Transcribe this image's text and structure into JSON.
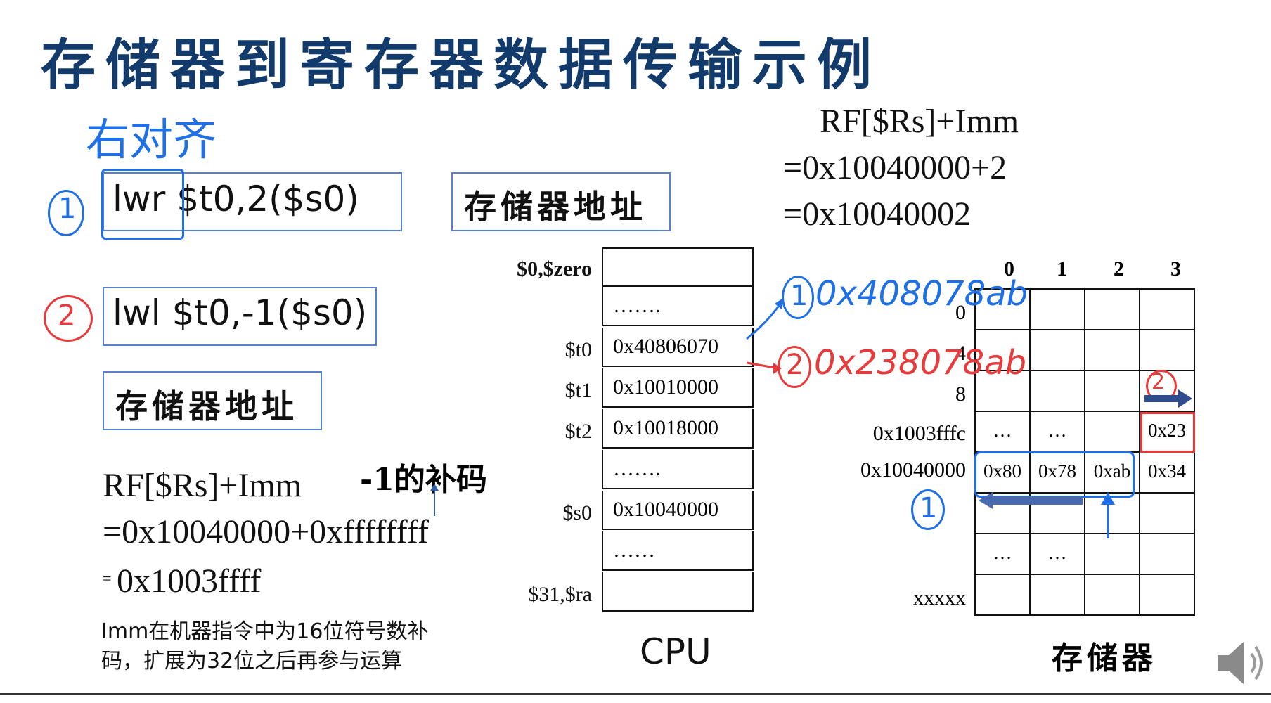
{
  "title": "存储器到寄存器数据传输示例",
  "annotations": {
    "right_align": "右对齐",
    "circle1": "1",
    "circle2": "2",
    "circle1_bottom": "1",
    "val1": "0x408078ab",
    "val2": "0x238078ab",
    "circle2_mem": "2",
    "minus1_complement": "-1的补码"
  },
  "instructions": [
    {
      "text": "lwr $t0,2($s0)"
    },
    {
      "text": "lwl $t0,-1($s0)"
    }
  ],
  "labels": {
    "mem_addr_top": "存储器地址",
    "mem_addr_left": "存储器地址",
    "cpu": "CPU",
    "memory": "存储器"
  },
  "formula_top": {
    "line1": "RF[$Rs]+Imm",
    "line2": "=0x10040000+2",
    "line3": "=0x10040002"
  },
  "formula_bottom": {
    "line1": "RF[$Rs]+Imm",
    "line2": "=0x10040000+0xffffffff",
    "line3_prefix": "=",
    "line3": "0x1003ffff"
  },
  "note": {
    "line1": "Imm在机器指令中为16位符号数补",
    "line2": "码，扩展为32位之后再参与运算"
  },
  "registers": [
    {
      "name": "$0,$zero",
      "value": ""
    },
    {
      "name": "",
      "value": "……."
    },
    {
      "name": "$t0",
      "value": "0x40806070"
    },
    {
      "name": "$t1",
      "value": "0x10010000"
    },
    {
      "name": "$t2",
      "value": "0x10018000"
    },
    {
      "name": "",
      "value": "……."
    },
    {
      "name": "$s0",
      "value": "0x10040000"
    },
    {
      "name": "",
      "value": "……"
    },
    {
      "name": "$31,$ra",
      "value": ""
    }
  ],
  "memory": {
    "columns": [
      "0",
      "1",
      "2",
      "3"
    ],
    "rows": [
      {
        "addr": "0",
        "cells": [
          "",
          "",
          "",
          ""
        ]
      },
      {
        "addr": "4",
        "cells": [
          "",
          "",
          "",
          ""
        ]
      },
      {
        "addr": "8",
        "cells": [
          "",
          "",
          "",
          ""
        ]
      },
      {
        "addr": "0x1003fffc",
        "cells": [
          "…",
          "…",
          "",
          "0x23"
        ]
      },
      {
        "addr": "0x10040000",
        "cells": [
          "0x80",
          "0x78",
          "0xab",
          "0x34"
        ]
      },
      {
        "addr": "",
        "cells": [
          "",
          "",
          "",
          ""
        ]
      },
      {
        "addr": "",
        "cells": [
          "…",
          "…",
          "",
          ""
        ]
      },
      {
        "addr": "xxxxx",
        "cells": [
          "",
          "",
          "",
          ""
        ]
      }
    ]
  },
  "colors": {
    "title": "#123b6b",
    "box_border": "#5a7fd0",
    "annotation_blue": "#1f6fe6",
    "annotation_red": "#e83a3a",
    "arrow_navy": "#2f4c8c"
  },
  "speaker_icon": "speaker-icon"
}
